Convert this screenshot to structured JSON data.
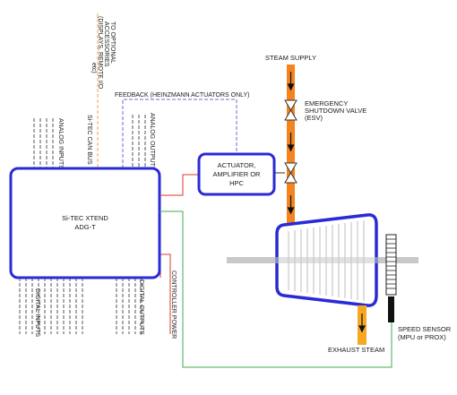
{
  "controller": {
    "name_line1": "Si-TEC XTEND",
    "name_line2": "ADG-T"
  },
  "actuator": {
    "line1": "ACTUATOR,",
    "line2": "AMPLIFIER OR",
    "line3": "HPC"
  },
  "labels": {
    "steam_supply": "STEAM SUPPLY",
    "esv_line1": "EMERGENCY",
    "esv_line2": "SHUTDOWN VALVE",
    "esv_line3": "(ESV)",
    "feedback": "FEEDBACK (HEINZMANN ACTUATORS ONLY)",
    "optional_line1": "TO OPTIONAL",
    "optional_line2": "ACCESSORIES",
    "optional_line3": "(DISPLAYS, REMOTE I/O",
    "optional_line4": "etc)",
    "can_bus": "Si-TEC CAN BUS",
    "analog_inputs": "ANALOG INPUTS",
    "analog_outputs": "ANALOG OUTPUTS",
    "digital_inputs": "DIGITAL INPUTS",
    "digital_outputs": "DIGITAL OUTPUTS",
    "controller_power": "CONTROLLER POWER",
    "exhaust_steam": "EXHAUST STEAM",
    "speed_sensor_line1": "SPEED SENSOR",
    "speed_sensor_line2": "(MPU or PROX)"
  },
  "colors": {
    "box_border": "#2a2ad6",
    "steam_pipe": "#f5841f",
    "exhaust_pipe": "#f7a823",
    "feedback_line": "#6b6bd8",
    "signal_red": "#d9382a",
    "signal_green": "#3fae49",
    "can_bus_line": "#e8a94a"
  }
}
